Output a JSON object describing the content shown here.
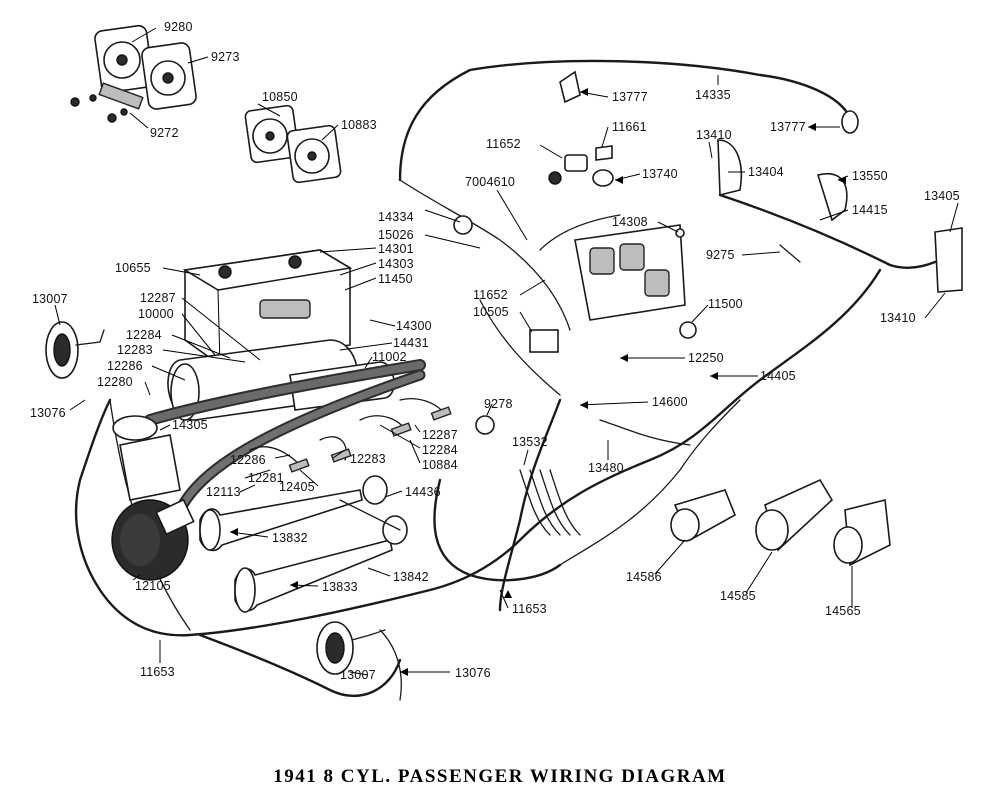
{
  "caption": "1941  8 CYL. PASSENGER WIRING DIAGRAM",
  "part_labels": [
    "9280",
    "9273",
    "9272",
    "10850",
    "10883",
    "13777",
    "14335",
    "13777",
    "11652",
    "11661",
    "13410",
    "13404",
    "7004610",
    "13740",
    "13550",
    "13405",
    "14334",
    "15026",
    "14301",
    "14303",
    "11450",
    "14308",
    "14415",
    "9275",
    "10655",
    "12287",
    "10000",
    "12284",
    "12283",
    "12286",
    "12280",
    "13007",
    "13076",
    "11652",
    "10505",
    "11500",
    "13410",
    "14300",
    "14431",
    "11002",
    "12250",
    "14405",
    "14305",
    "9278",
    "14600",
    "12287",
    "12284",
    "13532",
    "12286",
    "12283",
    "10884",
    "13480",
    "12281",
    "12113",
    "12405",
    "14436",
    "13832",
    "12105",
    "13833",
    "13842",
    "14586",
    "14585",
    "14565",
    "11653",
    "11653",
    "13007",
    "13076"
  ]
}
